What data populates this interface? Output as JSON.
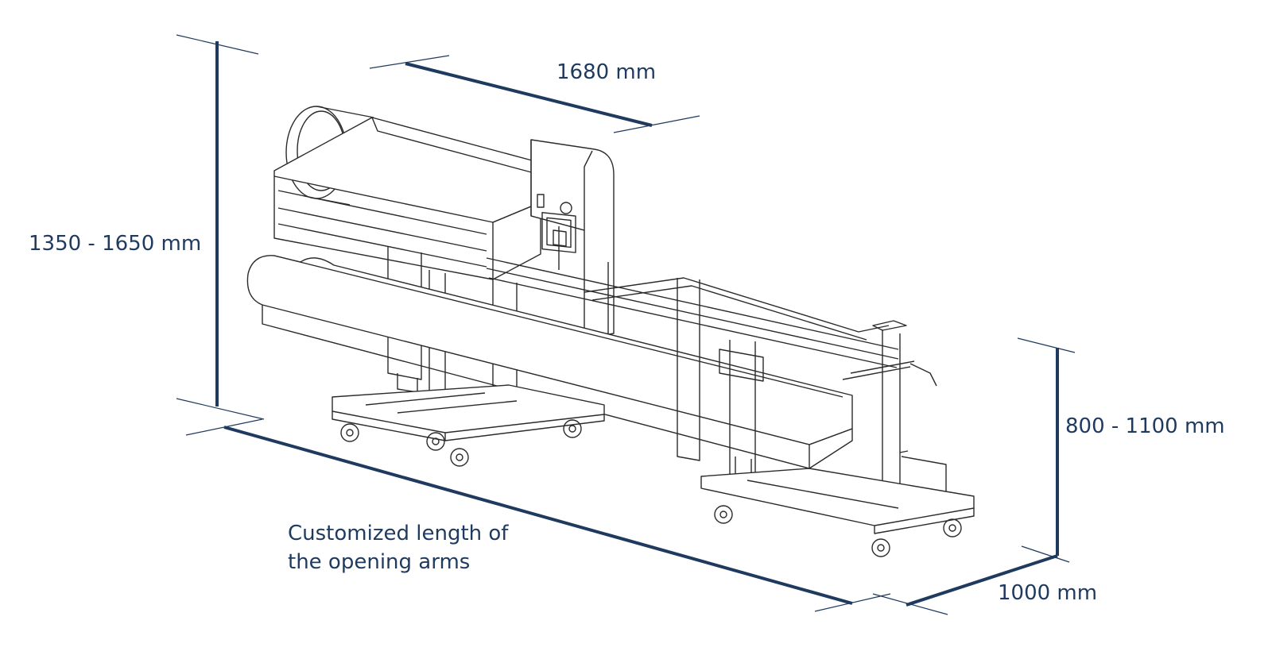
{
  "dimensions": {
    "machine_length": "1680 mm",
    "overall_height": "1350 - 1650 mm",
    "conveyor_height": "800 - 1100 mm",
    "width": "1000 mm",
    "arms_length_line1": "Customized length of",
    "arms_length_line2": "the opening arms"
  },
  "colors": {
    "dimension_line": "#1f3a5f",
    "drawing_stroke": "#2b2b2b",
    "background": "#ffffff"
  }
}
